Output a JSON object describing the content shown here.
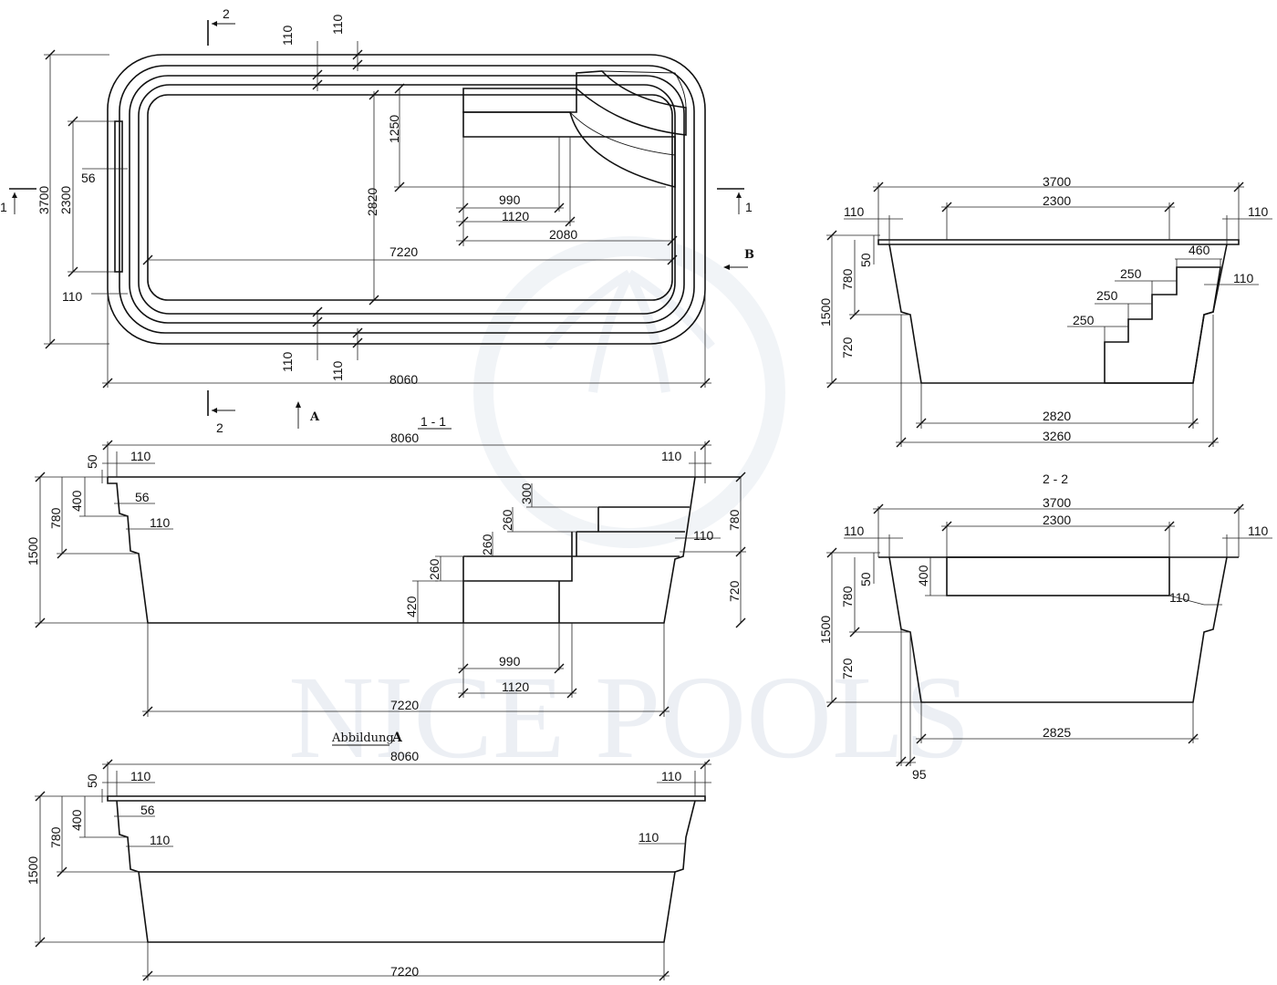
{
  "watermark": {
    "brand": "NICE POOLS"
  },
  "plan": {
    "section_marks": {
      "s2_top": "2",
      "s2_bottom": "2",
      "s1_left": "1",
      "s1_right": "1"
    },
    "view_a": "A",
    "view_b": "B",
    "dims": {
      "d110_top_a": "110",
      "d110_top_b": "110",
      "d110_bot_a": "110",
      "d110_bot_b": "110",
      "d110_left": "110",
      "d56": "56",
      "d2300": "2300",
      "d3700": "3700",
      "d1250": "1250",
      "d2820": "2820",
      "d990": "990",
      "d1120": "1120",
      "d2080": "2080",
      "d7220": "7220",
      "d8060": "8060"
    }
  },
  "section_11": {
    "title": "1 - 1",
    "dims": {
      "d8060": "8060",
      "d110_l": "110",
      "d110_r": "110",
      "d50": "50",
      "d400": "400",
      "d780": "780",
      "d1500": "1500",
      "d56": "56",
      "d110_b": "110",
      "d300": "300",
      "d260_a": "260",
      "d260_b": "260",
      "d260_c": "260",
      "d420": "420",
      "d110_step": "110",
      "d780_r": "780",
      "d720_r": "720",
      "d990": "990",
      "d1120": "1120",
      "d7220": "7220"
    }
  },
  "section_b": {
    "dims": {
      "d3700": "3700",
      "d2300": "2300",
      "d110_l": "110",
      "d110_r": "110",
      "d460": "460",
      "d250_a": "250",
      "d250_b": "250",
      "d250_c": "250",
      "d110_s": "110",
      "d50": "50",
      "d780": "780",
      "d1500": "1500",
      "d720": "720",
      "d2820": "2820",
      "d3260": "3260"
    }
  },
  "section_22": {
    "title": "2 - 2",
    "dims": {
      "d3700": "3700",
      "d2300": "2300",
      "d110_l": "110",
      "d110_r": "110",
      "d400": "400",
      "d110_in": "110",
      "d50": "50",
      "d780": "780",
      "d1500": "1500",
      "d720": "720",
      "d2825": "2825",
      "d95": "95"
    }
  },
  "abbildung_a": {
    "caption": "Abbildung",
    "caption_letter": "A",
    "dims": {
      "d8060": "8060",
      "d110_l": "110",
      "d110_r": "110",
      "d50": "50",
      "d56": "56",
      "d400": "400",
      "d780": "780",
      "d1500": "1500",
      "d110_in_l": "110",
      "d110_in_r": "110",
      "d7220": "7220"
    }
  }
}
